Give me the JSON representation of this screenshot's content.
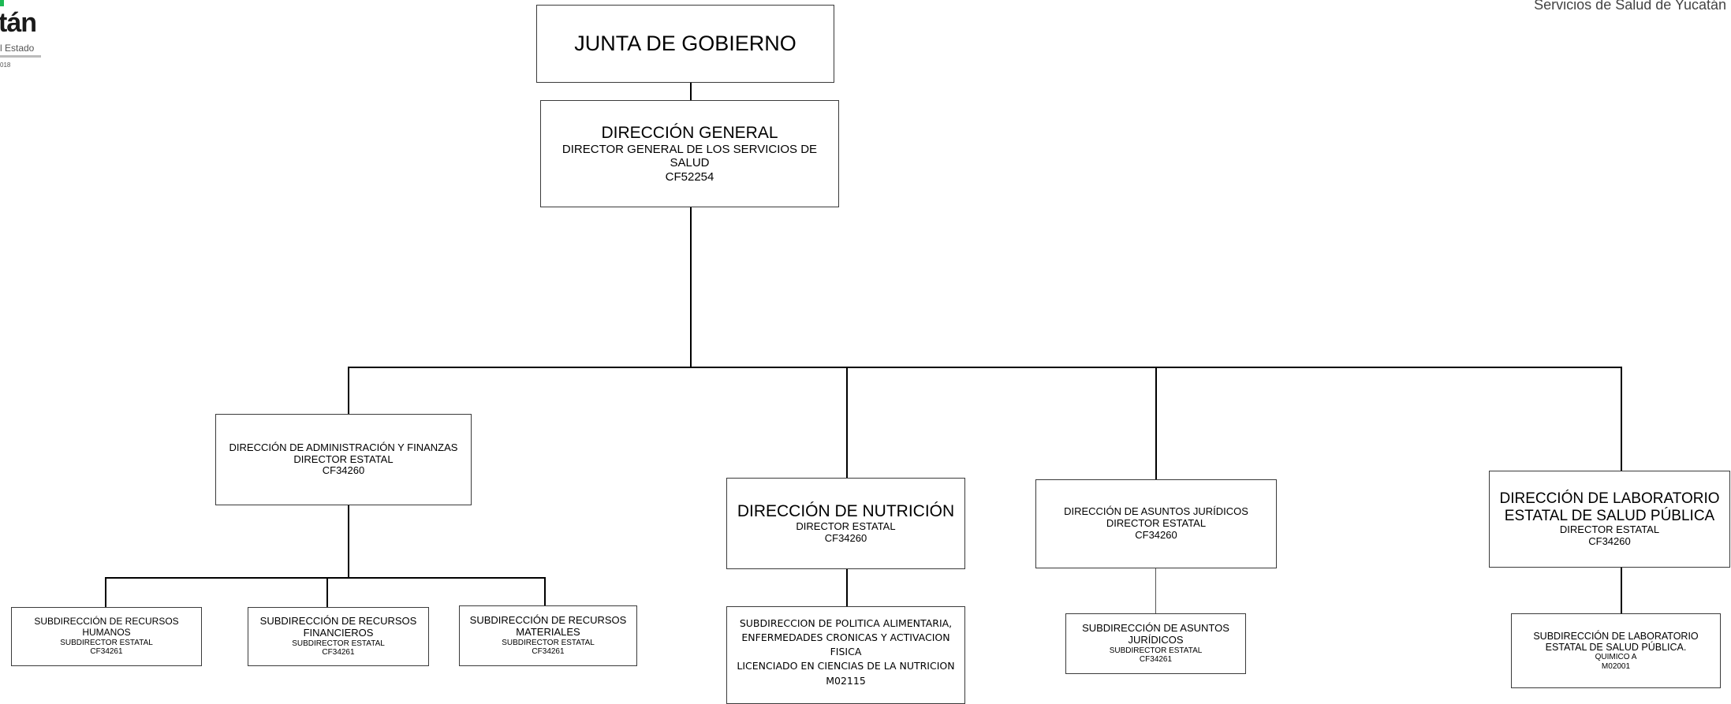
{
  "header": {
    "logo_left_word": "tán",
    "logo_left_line1": "l Estado",
    "logo_left_line2": "018",
    "logo_right_text": "Servicios de Salud de Yucatán"
  },
  "nodes": {
    "junta": {
      "title": "JUNTA DE GOBIERNO"
    },
    "general": {
      "title": "DIRECCIÓN GENERAL",
      "role": "DIRECTOR GENERAL DE LOS SERVICIOS DE SALUD",
      "code": "CF52254"
    },
    "admin": {
      "title": "DIRECCIÓN DE ADMINISTRACIÓN Y FINANZAS",
      "role": "DIRECTOR ESTATAL",
      "code": "CF34260"
    },
    "nutricion": {
      "title": "DIRECCIÓN DE NUTRICIÓN",
      "role": "DIRECTOR ESTATAL",
      "code": "CF34260"
    },
    "juridicos": {
      "title": "DIRECCIÓN DE ASUNTOS JURÍDICOS",
      "role": "DIRECTOR ESTATAL",
      "code": "CF34260"
    },
    "laboratorio": {
      "title": "DIRECCIÓN DE LABORATORIO ESTATAL DE SALUD PÚBLICA",
      "role": "DIRECTOR ESTATAL",
      "code": "CF34260"
    },
    "rh": {
      "title": "SUBDIRECCIÓN DE RECURSOS HUMANOS",
      "role": "SUBDIRECTOR ESTATAL",
      "code": "CF34261"
    },
    "rf": {
      "title": "SUBDIRECCIÓN DE RECURSOS FINANCIEROS",
      "role": "SUBDIRECTOR ESTATAL",
      "code": "CF34261"
    },
    "rm": {
      "title": "SUBDIRECCIÓN DE RECURSOS MATERIALES",
      "role": "SUBDIRECTOR ESTATAL",
      "code": "CF34261"
    },
    "politica": {
      "title": "SUBDIRECCION DE POLITICA ALIMENTARIA, ENFERMEDADES CRONICAS Y ACTIVACION FISICA",
      "role": "LICENCIADO EN CIENCIAS DE LA NUTRICION",
      "code": "M02115"
    },
    "subjur": {
      "title": "SUBDIRECCIÓN DE ASUNTOS JURÍDICOS",
      "role": "SUBDIRECTOR ESTATAL",
      "code": "CF34261"
    },
    "sublab": {
      "title": "SUBDIRECCIÓN DE LABORATORIO ESTATAL DE SALUD PÚBLICA.",
      "role": "QUIMICO A",
      "code": "M02001"
    }
  }
}
